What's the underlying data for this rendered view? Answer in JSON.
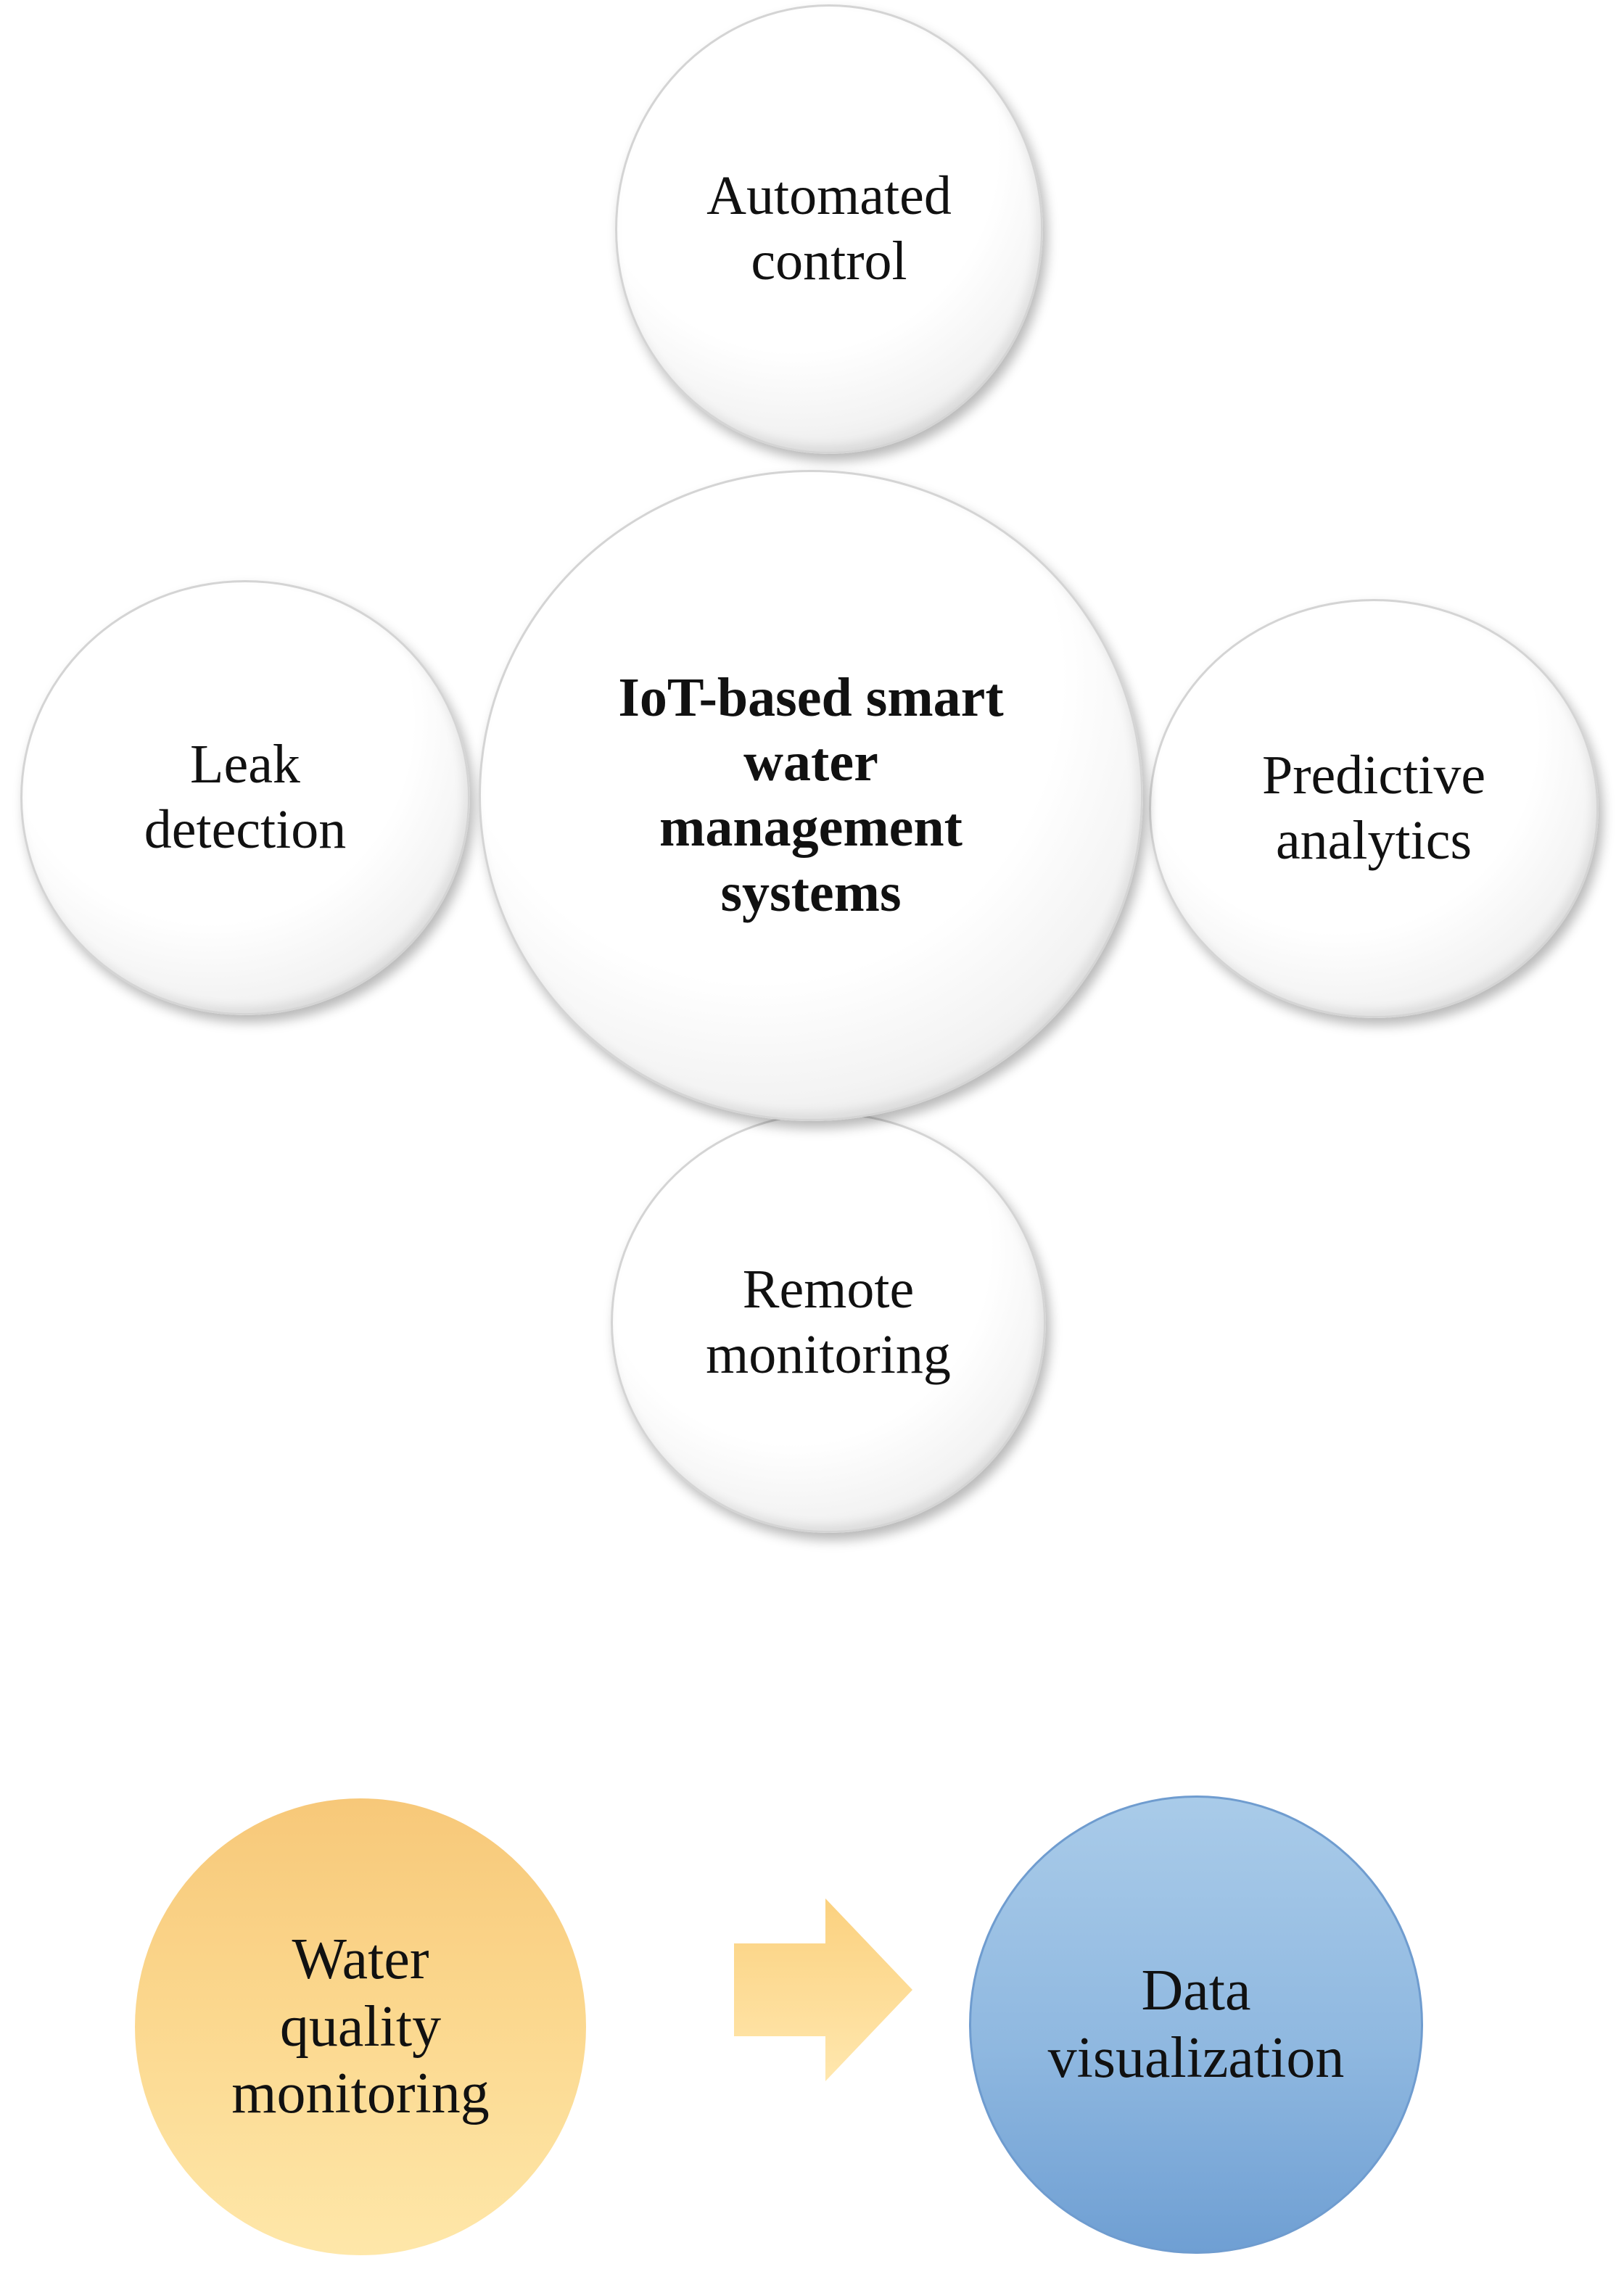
{
  "diagram": {
    "center": "IoT-based smart\nwater\nmanagement\nsystems",
    "satellites": {
      "top": "Automated\ncontrol",
      "left": "Leak\ndetection",
      "right": "Predictive\nanalytics",
      "bottom": "Remote\nmonitoring"
    },
    "flow": {
      "source": "Water\nquality\nmonitoring",
      "target": "Data\nvisualization",
      "source_color": "#fbd78d",
      "target_color": "#8fb8e0",
      "arrow_color": "#fedb8a"
    }
  }
}
